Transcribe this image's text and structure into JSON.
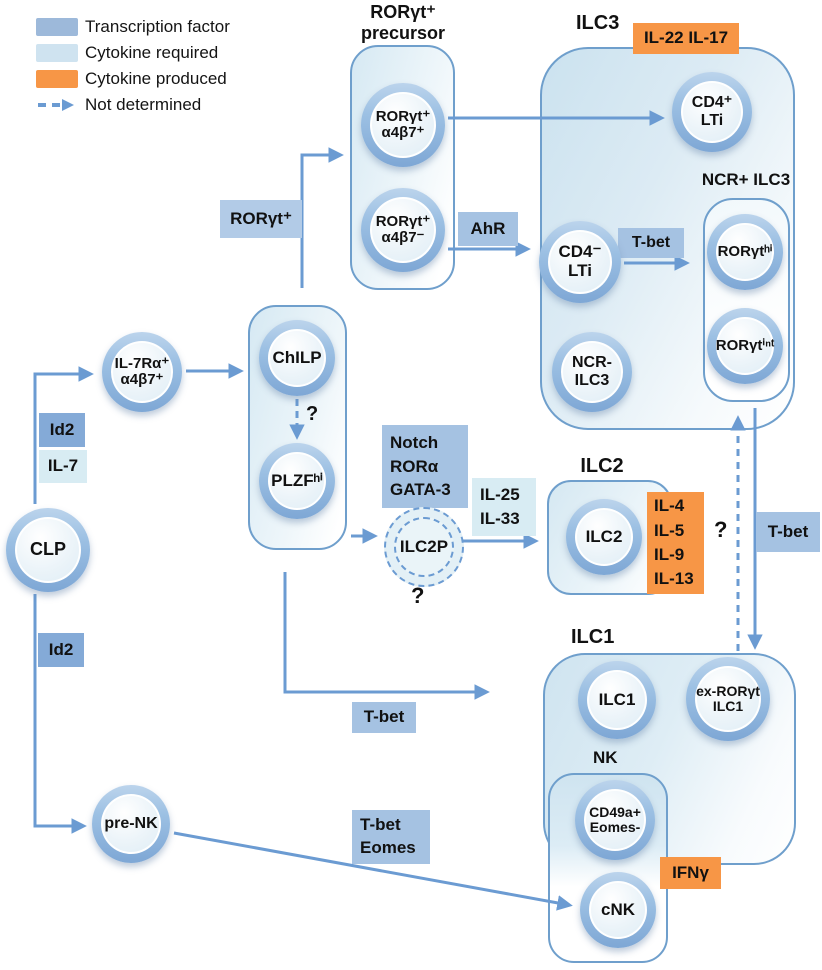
{
  "legend": {
    "items": [
      {
        "label": "Transcription factor",
        "color": "#9db9da"
      },
      {
        "label": "Cytokine required",
        "color": "#cfe3f0"
      },
      {
        "label": "Cytokine produced",
        "color": "#f79646"
      },
      {
        "label": "Not determined",
        "color": "#6b9bd2"
      }
    ]
  },
  "titles": {
    "precursor_l1": "RORγt⁺",
    "precursor_l2": "precursor",
    "ilc3": "ILC3",
    "ncr_ilc3": "NCR+ ILC3",
    "ilc2": "ILC2",
    "ilc1": "ILC1",
    "nk": "NK"
  },
  "cells": {
    "clp": {
      "l1": "CLP"
    },
    "il7ra": {
      "l1": "IL-7Rα⁺",
      "l2": "α4β7⁺"
    },
    "rorgt_pos": {
      "l1": "RORγt⁺",
      "l2": "α4β7⁺"
    },
    "rorgt_neg": {
      "l1": "RORγt⁺",
      "l2": "α4β7⁻"
    },
    "chilp": {
      "l1": "ChILP"
    },
    "plzf": {
      "l1": "PLZFʰⁱ"
    },
    "ilc2p": {
      "l1": "ILC2P"
    },
    "cd4pos_lti": {
      "l1": "CD4⁺",
      "l2": "LTi"
    },
    "cd4neg_lti": {
      "l1": "CD4⁻",
      "l2": "LTi"
    },
    "ncr_neg_ilc3": {
      "l1": "NCR-",
      "l2": "ILC3"
    },
    "rorgt_hi": {
      "l1": "RORγtʰⁱ"
    },
    "rorgt_int": {
      "l1": "RORγtⁱⁿᵗ"
    },
    "ilc2": {
      "l1": "ILC2"
    },
    "ilc1": {
      "l1": "ILC1"
    },
    "ex_rorgt_ilc1": {
      "l1": "ex-RORγt",
      "l2": "ILC1"
    },
    "cd49a": {
      "l1": "CD49a+",
      "l2": "Eomes-"
    },
    "cnk": {
      "l1": "cNK"
    },
    "pre_nk": {
      "l1": "pre-NK"
    }
  },
  "labels": {
    "id2_top": "Id2",
    "il7": "IL-7",
    "rorgt": "RORγt⁺",
    "ahr": "AhR",
    "tbet_ilc3": "T-bet",
    "notch": {
      "l1": "Notch",
      "l2": "RORα",
      "l3": "GATA-3"
    },
    "il25": {
      "l1": "IL-25",
      "l2": "IL-33"
    },
    "tbet_right": "T-bet",
    "tbet_mid": "T-bet",
    "tbet_eomes": {
      "l1": "T-bet",
      "l2": "Eomes"
    },
    "id2_bottom": "Id2",
    "il22_il17": "IL-22 IL-17",
    "il4_13": {
      "l1": "IL-4",
      "l2": "IL-5",
      "l3": "IL-9",
      "l4": "IL-13"
    },
    "ifng": "IFNγ",
    "q_chilp": "?",
    "q_ilc2p": "?",
    "q_arrows": "?"
  },
  "colors": {
    "arrow": "#6b9bd2",
    "container_border": "#6f9fcc",
    "transcription_factor_box": "#a5c2e2",
    "transcription_factor_dark_box": "#84aad7",
    "cytokine_required_box": "#d8ecf3",
    "cytokine_produced_box": "#f79646",
    "cell_ring": "#8fb4dc",
    "cell_inner": "#eaf3f9"
  }
}
